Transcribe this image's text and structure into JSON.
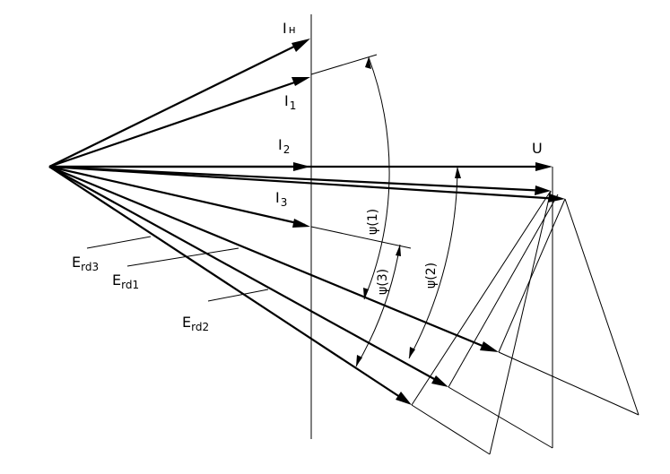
{
  "vector_labels": {
    "i_n": {
      "main": "I",
      "sub": "н"
    },
    "i1": {
      "main": "I",
      "sub": "1"
    },
    "i2": {
      "main": "I",
      "sub": "2"
    },
    "i3": {
      "main": "I",
      "sub": "3"
    },
    "u": {
      "main": "U"
    },
    "erd1": {
      "main": "E",
      "sub": "rd1"
    },
    "erd2": {
      "main": "E",
      "sub": "rd2"
    },
    "erd3": {
      "main": "E",
      "sub": "rd3"
    }
  },
  "angle_labels": {
    "psi1": "ψ(1)",
    "psi2": "ψ(2)",
    "psi3": "ψ(3)"
  }
}
